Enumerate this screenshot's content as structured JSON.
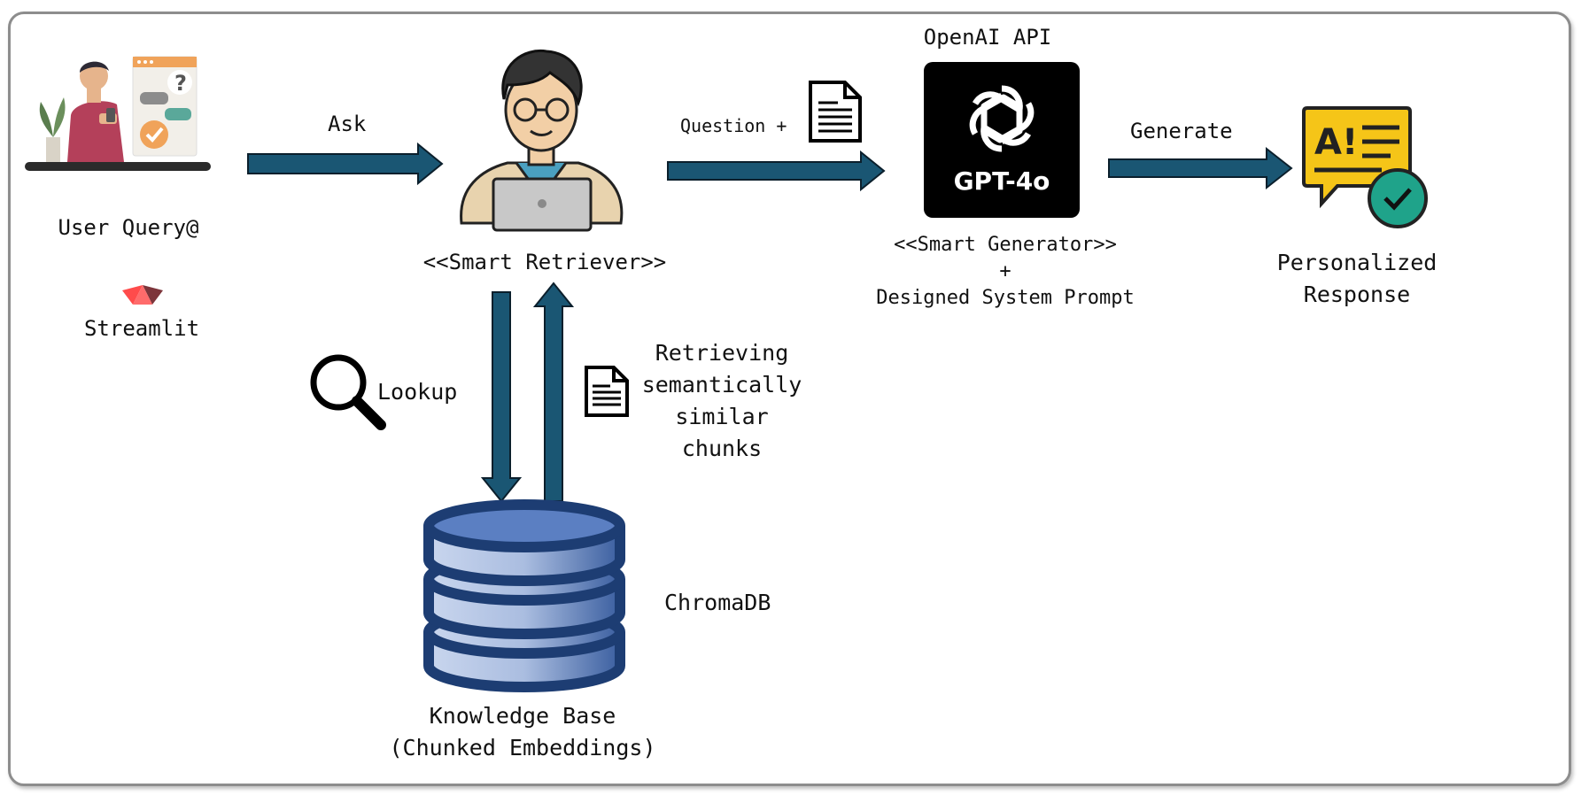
{
  "colors": {
    "arrow": "#1a5673",
    "arrow_stroke": "#0b1f2c",
    "db_blue": "#1d3d73",
    "db_fill_top": "#5b7fc2",
    "gpt_bg": "#000000",
    "badge_yellow": "#f5c518",
    "check_green": "#1fa38a"
  },
  "nodes": {
    "user": {
      "label_line1": "User Query@",
      "label_line2": "Streamlit",
      "icon": "user-phone-icon"
    },
    "retriever": {
      "label": "<<Smart Retriever>>",
      "icon": "developer-laptop-icon"
    },
    "api": {
      "title": "OpenAI API",
      "logo_text": "GPT-4o",
      "label_line1": "<<Smart Generator>>",
      "label_line2": "+",
      "label_line3": "Designed System Prompt",
      "icon": "openai-logo-icon"
    },
    "response": {
      "label_line1": "Personalized",
      "label_line2": "Response",
      "icon": "ai-response-check-icon"
    },
    "db": {
      "label": "ChromaDB",
      "caption_line1": "Knowledge Base",
      "caption_line2": "(Chunked Embeddings)",
      "icon": "database-icon"
    }
  },
  "edges": {
    "ask": "Ask",
    "question": "Question +",
    "generate": "Generate",
    "lookup": "Lookup",
    "retrieve_line1": "Retrieving",
    "retrieve_line2": "semantically",
    "retrieve_line3": "similar",
    "retrieve_line4": "chunks"
  }
}
